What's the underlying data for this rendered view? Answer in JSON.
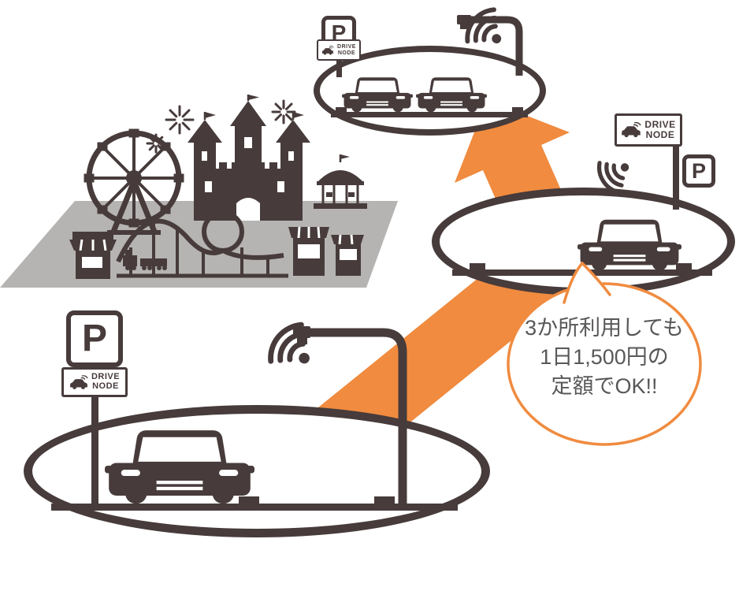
{
  "colors": {
    "dark": "#473b3b",
    "orange": "#f08b3f",
    "park_gray": "#b6b3b3",
    "bubble_text": "#595757",
    "background": "#ffffff"
  },
  "signs": {
    "parking_letter": "P",
    "brand_line1": "DRIVE",
    "brand_line2": "NODE"
  },
  "bubble": {
    "line1": "3か所利用しても",
    "line2": "1日1,500円の",
    "line3": "定額でOK!!"
  }
}
